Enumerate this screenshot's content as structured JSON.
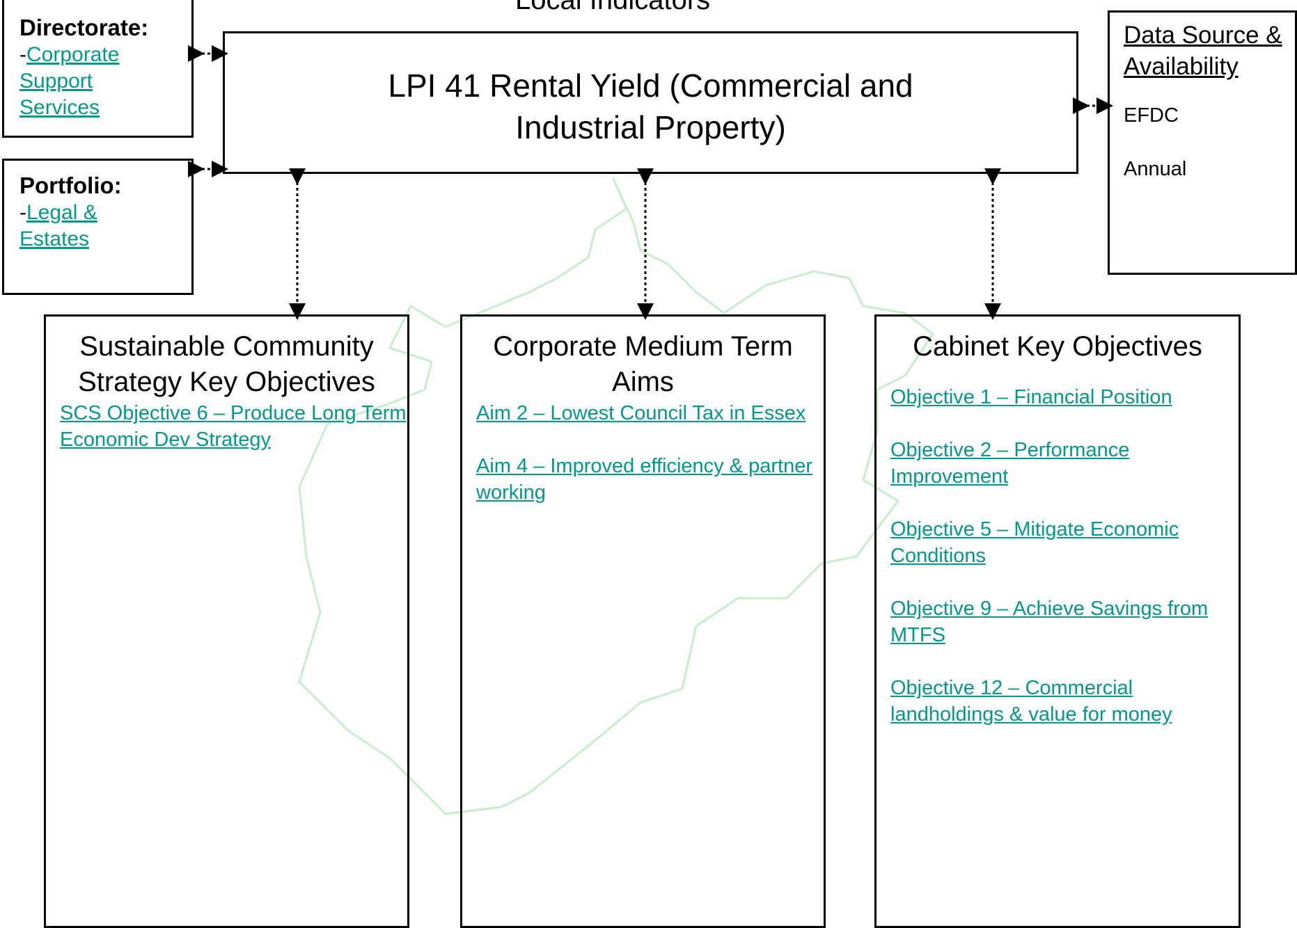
{
  "header": {
    "title": "Local Indicators"
  },
  "directorate": {
    "heading": "Directorate:",
    "prefix": "-",
    "link": "Corporate Support Services"
  },
  "portfolio": {
    "heading": "Portfolio:",
    "prefix": "-",
    "link": "Legal & Estates"
  },
  "indicator": {
    "title": "LPI 41 Rental Yield (Commercial and Industrial Property)"
  },
  "data_source": {
    "title": "Data Source & Availability",
    "source": "EFDC",
    "frequency": "Annual"
  },
  "columns": {
    "scs": {
      "title": "Sustainable Community Strategy Key Objectives",
      "items": [
        "SCS Objective 6 – Produce Long Term Economic Dev Strategy"
      ]
    },
    "corporate": {
      "title": "Corporate Medium Term Aims",
      "items": [
        "Aim 2 – Lowest Council Tax in Essex",
        "Aim 4 – Improved efficiency & partner working"
      ]
    },
    "cabinet": {
      "title": "Cabinet Key Objectives",
      "items": [
        "Objective 1 – Financial Position",
        "Objective 2 – Performance Improvement",
        "Objective 5 – Mitigate Economic Conditions",
        "Objective 9 – Achieve Savings from MTFS",
        "Objective 12 – Commercial landholdings & value for money"
      ]
    }
  },
  "colors": {
    "link": "#00998a",
    "border": "#000000",
    "map_outline": "#c8eccc"
  }
}
